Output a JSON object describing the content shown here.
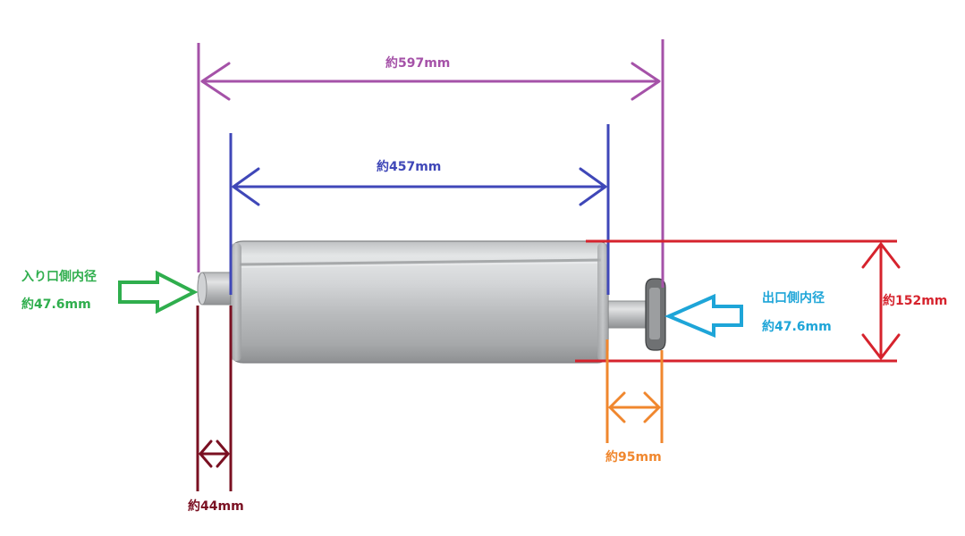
{
  "colors": {
    "overall": "#a552a8",
    "body": "#3f47b8",
    "height": "#d6232d",
    "outlet_len": "#f0872e",
    "inlet_len": "#7a1022",
    "inlet_arrow": "#2fae4d",
    "outlet_arrow": "#1ea5d8"
  },
  "labels": {
    "overall_length": "約597mm",
    "body_length": "約457mm",
    "height": "約152mm",
    "outlet_pipe_length": "約95mm",
    "inlet_pipe_length": "約44mm",
    "inlet_title": "入り口側内径",
    "inlet_value": "約47.6mm",
    "outlet_title": "出口側内径",
    "outlet_value": "約47.6mm"
  }
}
